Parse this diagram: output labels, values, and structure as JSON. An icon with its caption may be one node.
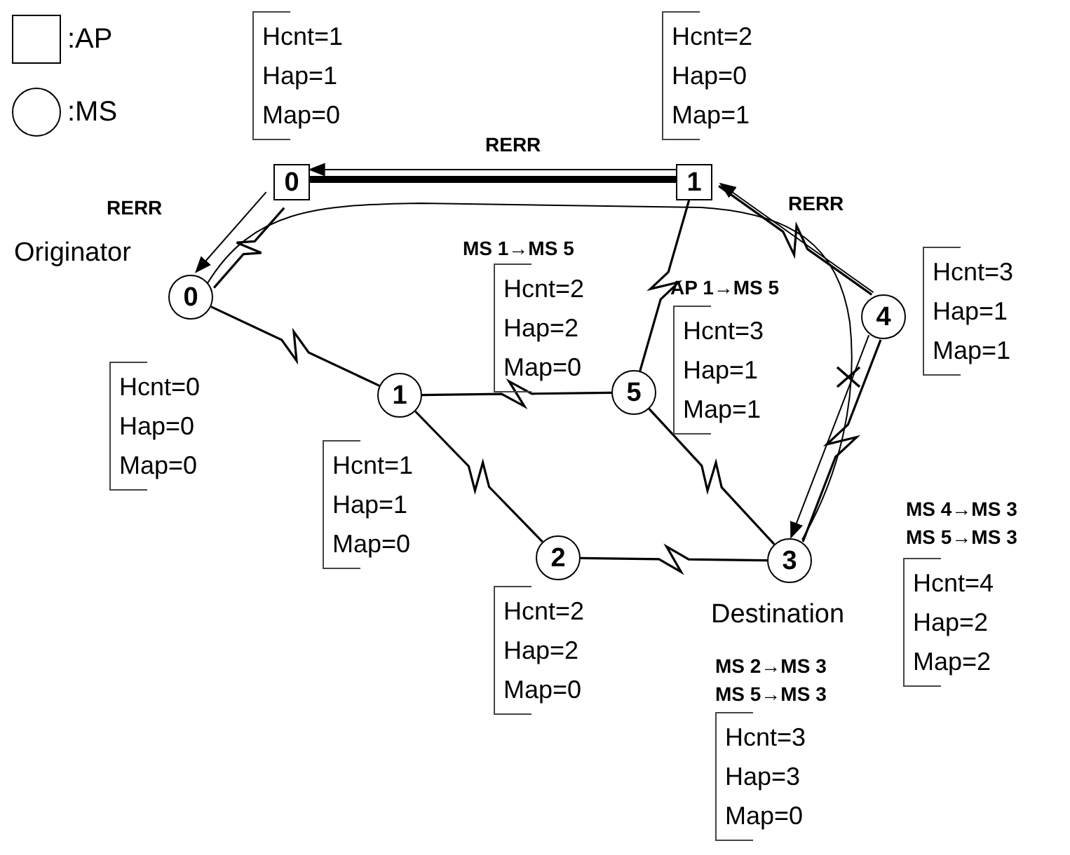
{
  "diagram": {
    "nodes": [
      {
        "text": [
          "0"
        ],
        "beside": [
          "Hcnt=1",
          "Hap=1",
          "Map=0"
        ]
      },
      {
        "text": [
          "1"
        ],
        "beside": [
          "Hcnt=2",
          "Hap=0",
          "Map=1"
        ]
      },
      {
        "text": [
          "0"
        ],
        "beside": [
          "Originator",
          "Hcnt=0",
          "Hap=0",
          "Map=0"
        ]
      },
      {
        "text": [
          "1"
        ],
        "beside": [
          "Hcnt=1",
          "Hap=1",
          "Map=0"
        ]
      },
      {
        "text": [
          "5"
        ],
        "beside": [
          "MS 1→MS 5",
          "Hcnt=2",
          "Hap=2",
          "Map=0",
          "AP 1→MS 5",
          "Hcnt=3",
          "Hap=1",
          "Map=1"
        ]
      },
      {
        "text": [
          "4"
        ],
        "beside": [
          "Hcnt=3",
          "Hap=1",
          "Map=1"
        ]
      },
      {
        "text": [
          "2"
        ],
        "beside": [
          "Hcnt=2",
          "Hap=2",
          "Map=0"
        ]
      },
      {
        "text": [
          "3"
        ],
        "beside": [
          "Destination",
          "MS 2→MS 3",
          "MS 5→MS 3",
          "Hcnt=3",
          "Hap=3",
          "Map=0",
          "MS 4→MS 3",
          "MS 5→MS 3",
          "Hcnt=4",
          "Hap=2",
          "Map=2"
        ]
      }
    ],
    "edges": [
      {
        "from": 0,
        "to": 1,
        "arrow": "none",
        "style": "thick"
      },
      {
        "from": 1,
        "to": 0,
        "arrow": "to",
        "label": "RERR"
      },
      {
        "from": 0,
        "to": 2,
        "arrow": "to",
        "label": "RERR"
      },
      {
        "from": 5,
        "to": 1,
        "arrow": "to",
        "label": "RERR"
      },
      {
        "from": 0,
        "to": 2,
        "arrow": "none"
      },
      {
        "from": 2,
        "to": 3,
        "arrow": "none"
      },
      {
        "from": 3,
        "to": 4,
        "arrow": "none"
      },
      {
        "from": 3,
        "to": 6,
        "arrow": "none"
      },
      {
        "from": 6,
        "to": 7,
        "arrow": "none"
      },
      {
        "from": 4,
        "to": 7,
        "arrow": "none"
      },
      {
        "from": 4,
        "to": 1,
        "arrow": "none"
      },
      {
        "from": 1,
        "to": 5,
        "arrow": "none"
      },
      {
        "from": 5,
        "to": 7,
        "arrow": "none"
      },
      {
        "from": 5,
        "to": 7,
        "arrow": "to"
      },
      {
        "from": 2,
        "to": 7,
        "arrow": "none"
      }
    ],
    "legend": [
      {
        "text": ":AP"
      },
      {
        "text": ":MS"
      }
    ]
  }
}
